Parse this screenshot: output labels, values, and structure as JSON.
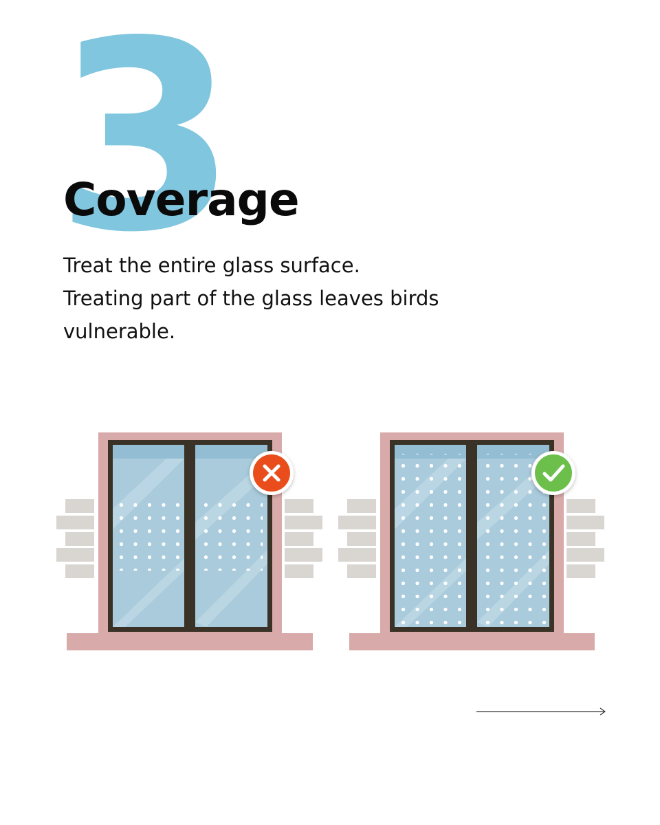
{
  "slide": {
    "number": "3",
    "title": "Coverage",
    "body": [
      "Treat the entire glass surface.",
      "Treating part of the glass leaves birds",
      "vulnerable."
    ]
  },
  "illustration": {
    "left_window": {
      "treatment": "partial",
      "badge": "x-icon",
      "badge_color": "#e94e1b"
    },
    "right_window": {
      "treatment": "full",
      "badge": "check-icon",
      "badge_color": "#6cbf4b"
    }
  },
  "navigation": {
    "next_icon": "arrow-right-icon"
  },
  "colors": {
    "number": "#7fc6de",
    "frame_wall": "#d9aaaa",
    "window_frame": "#3a3226",
    "glass": "#a9cbdc",
    "brick": "#d9d6d2"
  }
}
